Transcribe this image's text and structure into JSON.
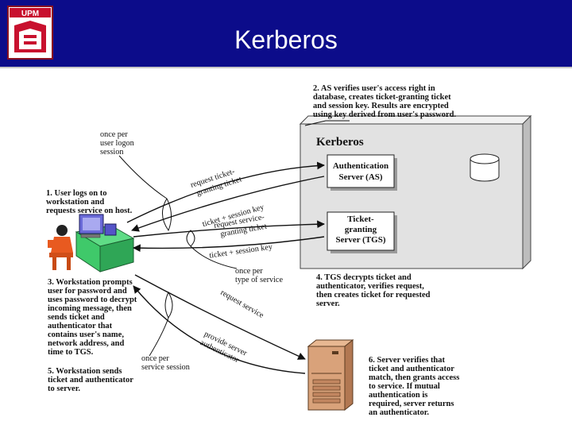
{
  "slide": {
    "title": "Kerberos",
    "logo": {
      "text": "UPM",
      "accent": "#c8102e"
    }
  },
  "colors": {
    "header": "#0c0c8a",
    "panel": "#e2e2e2",
    "workstation": "#3fc96a",
    "server": "#d9a27a"
  },
  "diagram": {
    "kerberos_label": "Kerberos",
    "as_box": [
      "Authentication",
      "Server (AS)"
    ],
    "tgs_box": [
      "Ticket-",
      "granting",
      "Server (TGS)"
    ],
    "database_icon": "database-cylinder-icon",
    "workstation_icon": "user-workstation-icon",
    "server_icon": "tower-server-icon",
    "arrows": {
      "request_tgt": [
        "request ticket-",
        "granting ticket"
      ],
      "ticket_session_key_1": "ticket + session key",
      "request_service_ticket": [
        "request service-",
        "granting ticket"
      ],
      "ticket_session_key_2": "ticket + session key",
      "request_service": "request service",
      "provide_authenticator": [
        "provide server",
        "authenticator"
      ]
    },
    "frequency_notes": {
      "per_logon": [
        "once per",
        "user logon",
        "session"
      ],
      "per_service_type": [
        "once per",
        "type of service"
      ],
      "per_service_session": [
        "once per",
        "service session"
      ]
    },
    "steps": {
      "step1": [
        "1. User logs on to",
        "workstation and",
        "requests service on host."
      ],
      "step2": [
        "2. AS verifies user's access right in",
        "database, creates ticket-granting ticket",
        "and session key. Results are encrypted",
        "using key derived from user's password."
      ],
      "step3": [
        "3. Workstation prompts",
        "user for password and",
        "uses password to decrypt",
        "incoming message, then",
        "sends ticket and",
        "authenticator that",
        "contains user's name,",
        "network address, and",
        "time to TGS."
      ],
      "step4": [
        "4. TGS decrypts ticket and",
        "authenticator, verifies request,",
        "then creates ticket for requested",
        "server."
      ],
      "step5": [
        "5. Workstation sends",
        "ticket and authenticator",
        "to server."
      ],
      "step6": [
        "6. Server verifies that",
        "ticket and authenticator",
        "match, then grants access",
        "to service. If mutual",
        "authentication is",
        "required, server returns",
        "an authenticator."
      ]
    }
  }
}
